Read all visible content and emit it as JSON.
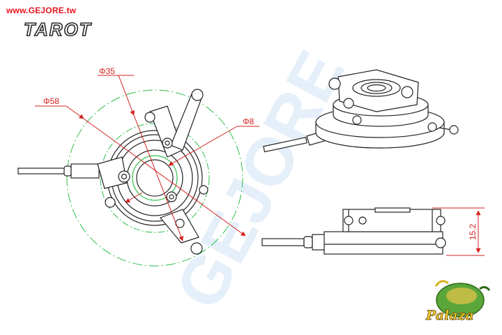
{
  "header": {
    "site_url": "www.GEJORE.tw",
    "brand": "TAROT"
  },
  "watermark": {
    "text": "GEJORE"
  },
  "dimensions": {
    "phi35": "Φ35",
    "phi58": "Φ58",
    "phi8": "Φ8",
    "height": "15.2"
  },
  "logo": {
    "text": "Palaza"
  },
  "colors": {
    "dimension": "#d42020",
    "outline": "#222222",
    "circle": "#2fbf4a",
    "watermark": "#cfe3f6"
  }
}
